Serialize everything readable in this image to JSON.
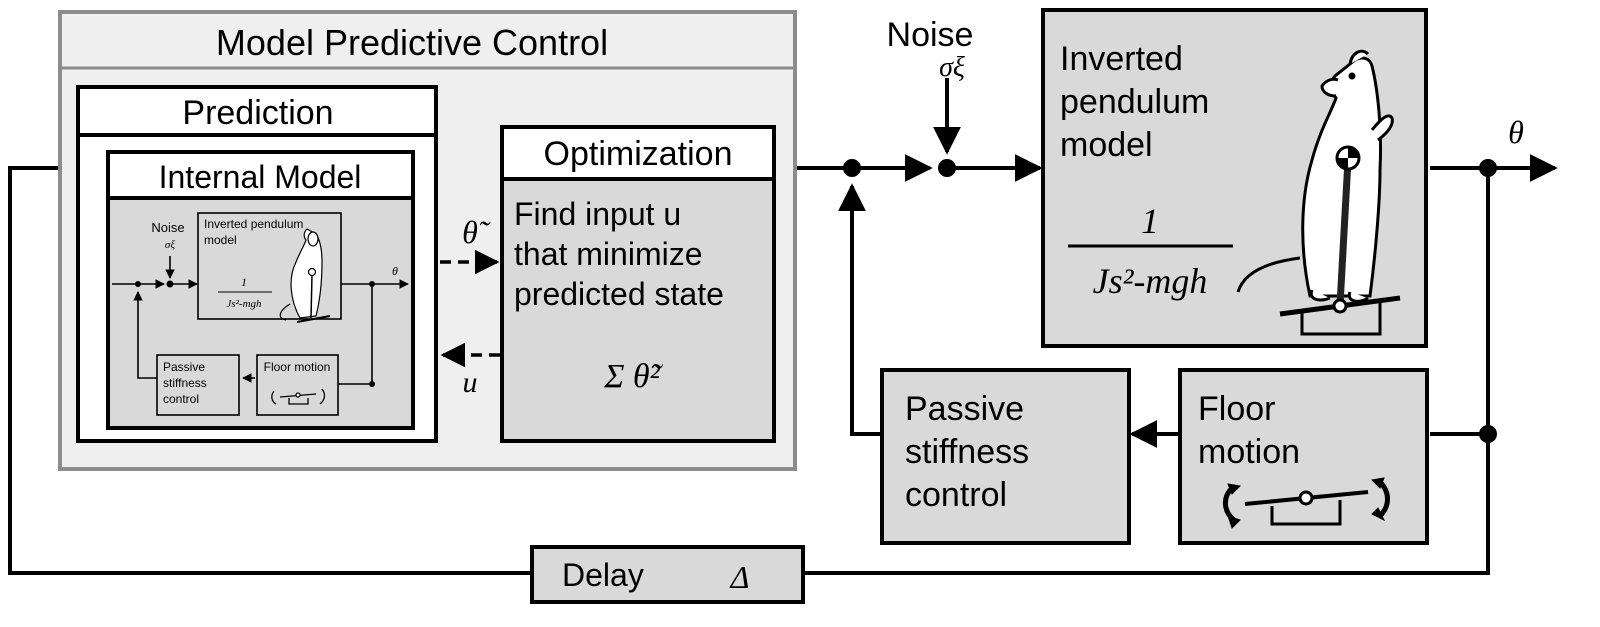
{
  "mpc": {
    "title": "Model Predictive Control"
  },
  "prediction": {
    "title": "Prediction"
  },
  "internal_model": {
    "title": "Internal Model",
    "noise_label": "Noise",
    "noise_sigma": "σξ",
    "pendulum_label_line1": "Inverted pendulum",
    "pendulum_label_line2": "model",
    "tf_numerator": "1",
    "tf_denominator": "Js²-mgh",
    "theta": "θ",
    "passive_line1": "Passive",
    "passive_line2": "stiffness",
    "passive_line3": "control",
    "floor_label": "Floor motion"
  },
  "optimization": {
    "title": "Optimization",
    "line1": "Find input u",
    "line2": "that minimize",
    "line3": "predicted state",
    "formula": "Σ θ̃²"
  },
  "signals": {
    "theta_tilde": "θ̃",
    "u": "u",
    "theta_out": "θ"
  },
  "noise": {
    "label": "Noise",
    "sigma": "σξ"
  },
  "plant": {
    "line1": "Inverted",
    "line2": "pendulum",
    "line3": "model",
    "numerator": "1",
    "denominator": "Js²-mgh"
  },
  "passive": {
    "line1": "Passive",
    "line2": "stiffness",
    "line3": "control"
  },
  "floor": {
    "line1": "Floor",
    "line2": "motion"
  },
  "delay": {
    "label": "Delay",
    "symbol": "Δ"
  },
  "colors": {
    "box_fill": "#d9d9d9",
    "mpc_fill": "#efefef",
    "mpc_border": "#8c8c8c",
    "line": "#000000"
  }
}
